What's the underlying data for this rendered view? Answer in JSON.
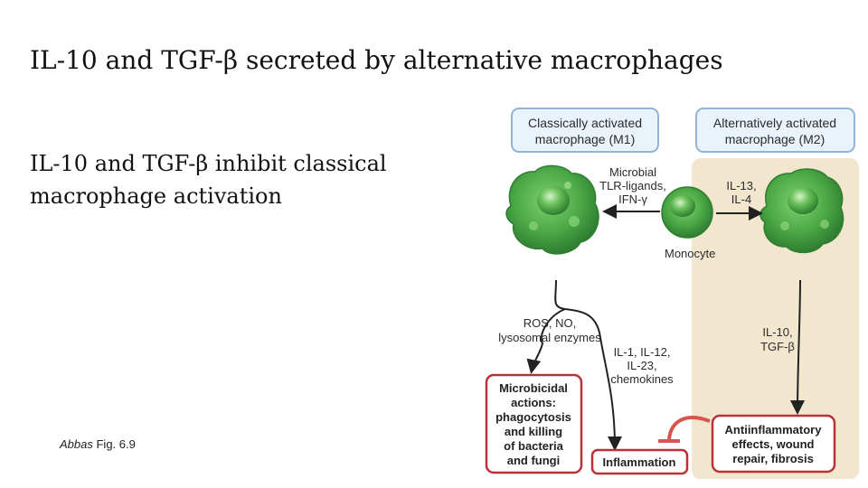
{
  "slide": {
    "title_part1": "IL-10 and TGF-",
    "title_beta": "β",
    "title_part2": " secreted by alternative macrophages",
    "subtitle_line1_a": "IL-10 and TGF-",
    "subtitle_line1_beta": "β",
    "subtitle_line1_b": " inhibit classical",
    "subtitle_line2": "macrophage activation",
    "caption_author": "Abbas",
    "caption_fig": " Fig. 6.9"
  },
  "figure": {
    "m1_header": [
      "Classically activated",
      "macrophage (M1)"
    ],
    "m2_header": [
      "Alternatively activated",
      "macrophage (M2)"
    ],
    "m1_stimuli": [
      "Microbial",
      "TLR-ligands,",
      "IFN-γ"
    ],
    "m2_stimuli": [
      "IL-13,",
      "IL-4"
    ],
    "monocyte_label": "Monocyte",
    "m1_products_a": [
      "ROS, NO,",
      "lysosomal enzymes"
    ],
    "m1_products_b": [
      "IL-1, IL-12,",
      "IL-23,",
      "chemokines"
    ],
    "m2_products": [
      "IL-10,",
      "TGF-β"
    ],
    "microbicidal_box": [
      "Microbicidal",
      "actions:",
      "phagocytosis",
      "and killing",
      "of bacteria",
      "and fungi"
    ],
    "inflammation_box": "Inflammation",
    "antiinflammatory_box": [
      "Antiinflammatory",
      "effects, wound",
      "repair, fibrosis"
    ],
    "colors": {
      "m2_background": "#f3e6cf",
      "header_border": "#8fb4d8",
      "header_fill": "#eaf2fb",
      "outcome_border": "#b8323a",
      "inhibit_arrow": "#d9534f",
      "cell_green": "#4aa845"
    }
  }
}
